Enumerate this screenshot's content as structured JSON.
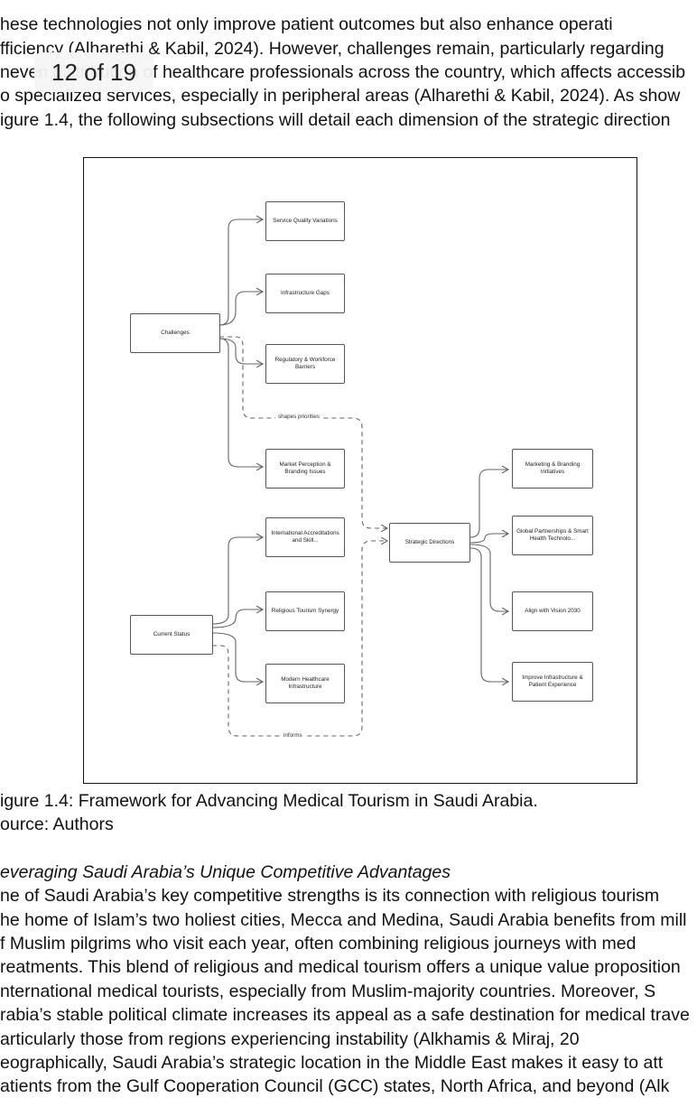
{
  "page_indicator": "12 of 19",
  "paragraph_top": [
    "hese technologies not only improve patient outcomes but also enhance operati",
    "fficiency (Alharethi & Kabil, 2024). However, challenges remain, particularly regarding",
    "neven distribution of healthcare professionals across the country, which affects accessib",
    "o specialized services, especially in peripheral areas (Alharethi & Kabil, 2024). As show",
    "igure 1.4, the following subsections will detail each dimension of the strategic direction"
  ],
  "diagram": {
    "nodes": {
      "challenges": "Challenges",
      "current_status": "Current Status",
      "service_quality": "Service Quality Variations",
      "infrastructure_gaps": "Infrastructure Gaps",
      "regulatory": "Regulatory & Workforce Barriers",
      "market_perception": "Market Perception & Branding Issues",
      "international_accreditations": "International Accreditations and Skill...",
      "religious_tourism": "Religious Tourism Synergy",
      "modern_healthcare": "Modern Healthcare Infrastructure",
      "strategic_directions": "Strategic Directions",
      "marketing_branding": "Marketing & Branding Initiatives",
      "global_partnerships": "Global Partnerships & Smart Health Technolo...",
      "vision_2030": "Align with Vision 2030",
      "improve_infrastructure": "Improve Infrastructure & Patient Experience"
    },
    "edge_labels": {
      "shapes_priorities": "shapes priorities",
      "informs": "informs"
    }
  },
  "caption": "igure 1.4:  Framework for Advancing Medical Tourism in Saudi Arabia.",
  "source": "ource: Authors",
  "section_heading": "everaging Saudi Arabia’s Unique Competitive Advantages",
  "paragraph_bottom": [
    "ne of Saudi Arabia’s key competitive strengths is its connection with religious tourism",
    "he home of Islam’s two holiest cities, Mecca and Medina, Saudi Arabia benefits from mill",
    "f Muslim pilgrims who visit each year, often combining religious journeys with med",
    "reatments. This blend of religious and medical tourism offers a unique value proposition",
    "nternational medical tourists, especially from Muslim-majority countries. Moreover, S",
    "rabia’s stable political climate increases its appeal as a safe destination for medical trave",
    "articularly those from regions experiencing instability (Alkhamis & Miraj, 20",
    "eographically, Saudi Arabia’s strategic location in the Middle East makes it easy to att",
    "atients from the Gulf Cooperation Council (GCC) states, North Africa, and beyond (Alk"
  ]
}
